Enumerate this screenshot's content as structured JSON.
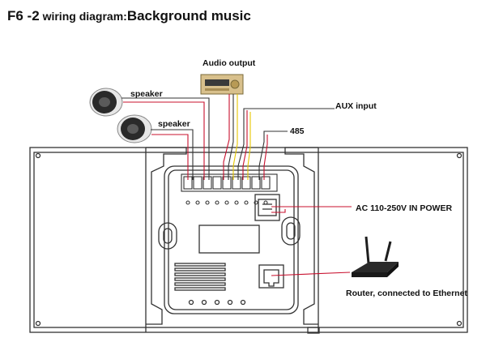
{
  "title": {
    "model": "F6 -2",
    "subtitle": " wiring diagram:",
    "main": "Background music"
  },
  "labels": {
    "audio_output": "Audio output",
    "speaker_1": "speaker",
    "speaker_2": "speaker",
    "aux_input": "AUX input",
    "rs485": "485",
    "power": "AC 110-250V  IN POWER",
    "router": "Router, connected to Ethernet"
  },
  "colors": {
    "red_wire": "#c8102e",
    "yellow_wire": "#e6c700",
    "outline": "#333333"
  },
  "icons": [
    "amplifier-icon",
    "speaker-icon",
    "router-icon",
    "terminal-block-icon",
    "power-connector-icon",
    "ethernet-port-icon"
  ]
}
